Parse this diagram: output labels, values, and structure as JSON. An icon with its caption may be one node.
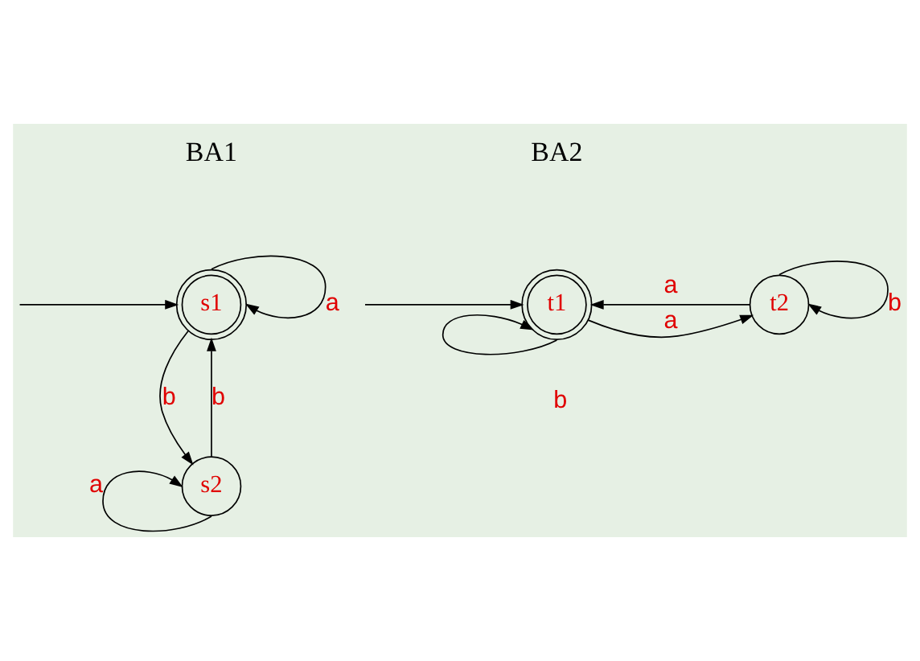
{
  "diagram": {
    "nodes": [
      {
        "text": [
          "s1"
        ]
      },
      {
        "text": [
          "s2"
        ]
      },
      {
        "text": [
          "t1"
        ]
      },
      {
        "text": [
          "t2"
        ]
      }
    ],
    "edges": [
      {
        "from": null,
        "to": 0,
        "arrow": "to"
      },
      {
        "from": 0,
        "to": 0,
        "arrow": "to",
        "label": "a"
      },
      {
        "from": 0,
        "to": 1,
        "arrow": "to",
        "label": "b"
      },
      {
        "from": 1,
        "to": 0,
        "arrow": "to",
        "label": "b"
      },
      {
        "from": 1,
        "to": 1,
        "arrow": "to",
        "label": "a"
      },
      {
        "from": null,
        "to": 2,
        "arrow": "to"
      },
      {
        "from": 3,
        "to": 2,
        "arrow": "to",
        "label": "a"
      },
      {
        "from": 2,
        "to": 3,
        "arrow": "to",
        "label": "a"
      },
      {
        "from": 2,
        "to": 2,
        "arrow": "to",
        "label": "b"
      },
      {
        "from": 3,
        "to": 3,
        "arrow": "to",
        "label": "b"
      }
    ],
    "labels": [
      "BA1",
      "BA2"
    ]
  }
}
